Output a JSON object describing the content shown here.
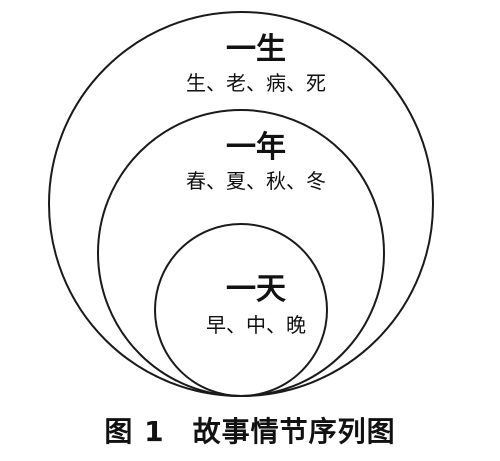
{
  "diagram": {
    "rings": [
      {
        "title": "一生",
        "items": "生、老、病、死"
      },
      {
        "title": "一年",
        "items": "春、夏、秋、冬"
      },
      {
        "title": "一天",
        "items": "早、中、晚"
      }
    ]
  },
  "caption": {
    "figure_number": "图 1",
    "title": "故事情节序列图"
  },
  "colors": {
    "line": "#1a1a1a",
    "text": "#111111",
    "background": "#ffffff"
  }
}
